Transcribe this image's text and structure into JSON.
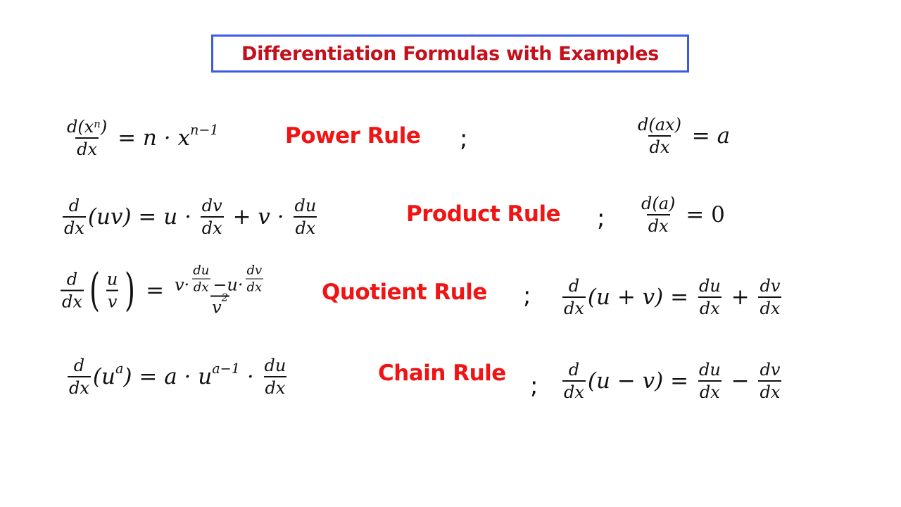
{
  "title": "Differentiation Formulas with Examples",
  "separator": ";",
  "colors": {
    "title": "#c4101c",
    "rule": "#f01414",
    "border": "#3c5ae6"
  },
  "rows": [
    {
      "rule": "Power Rule",
      "left": [
        {
          "frac": [
            [
              "d(x",
              {
                "sup": "n"
              },
              ")"
            ],
            [
              "dx"
            ]
          ]
        },
        " = n · x",
        {
          "sup": "n−1"
        }
      ],
      "right": [
        {
          "frac": [
            [
              "d(ax)"
            ],
            [
              "dx"
            ]
          ]
        },
        " = a"
      ]
    },
    {
      "rule": "Product Rule",
      "left": [
        {
          "frac": [
            [
              "d"
            ],
            [
              "dx"
            ]
          ]
        },
        "(uv) = u · ",
        {
          "frac": [
            [
              "dv"
            ],
            [
              "dx"
            ]
          ]
        },
        " + v · ",
        {
          "frac": [
            [
              "du"
            ],
            [
              "dx"
            ]
          ]
        }
      ],
      "right": [
        {
          "frac": [
            [
              "d(a)"
            ],
            [
              "dx"
            ]
          ]
        },
        " = ",
        {
          "up": "0"
        }
      ]
    },
    {
      "rule": "Quotient Rule",
      "left": [
        {
          "frac": [
            [
              "d"
            ],
            [
              "dx"
            ]
          ]
        },
        {
          "paren": [
            {
              "frac": [
                [
                  "u"
                ],
                [
                  "v"
                ]
              ]
            }
          ]
        },
        " = ",
        {
          "frac": [
            [
              "v·",
              {
                "frac": [
                  [
                    "du"
                  ],
                  [
                    "dx"
                  ]
                ]
              },
              "−u·",
              {
                "frac": [
                  [
                    "dv"
                  ],
                  [
                    "dx"
                  ]
                ]
              }
            ],
            [
              "v",
              {
                "sup": "2"
              }
            ]
          ]
        }
      ],
      "right": [
        {
          "frac": [
            [
              "d"
            ],
            [
              "dx"
            ]
          ]
        },
        "(u + v) = ",
        {
          "frac": [
            [
              "du"
            ],
            [
              "dx"
            ]
          ]
        },
        " + ",
        {
          "frac": [
            [
              "dv"
            ],
            [
              "dx"
            ]
          ]
        }
      ]
    },
    {
      "rule": "Chain Rule",
      "left": [
        {
          "frac": [
            [
              "d"
            ],
            [
              "dx"
            ]
          ]
        },
        "(u",
        {
          "sup": "a"
        },
        ") = a · u",
        {
          "sup": "a−1"
        },
        " · ",
        {
          "frac": [
            [
              "du"
            ],
            [
              "dx"
            ]
          ]
        }
      ],
      "right": [
        {
          "frac": [
            [
              "d"
            ],
            [
              "dx"
            ]
          ]
        },
        "(u − v) = ",
        {
          "frac": [
            [
              "du"
            ],
            [
              "dx"
            ]
          ]
        },
        " − ",
        {
          "frac": [
            [
              "dv"
            ],
            [
              "dx"
            ]
          ]
        }
      ]
    }
  ]
}
